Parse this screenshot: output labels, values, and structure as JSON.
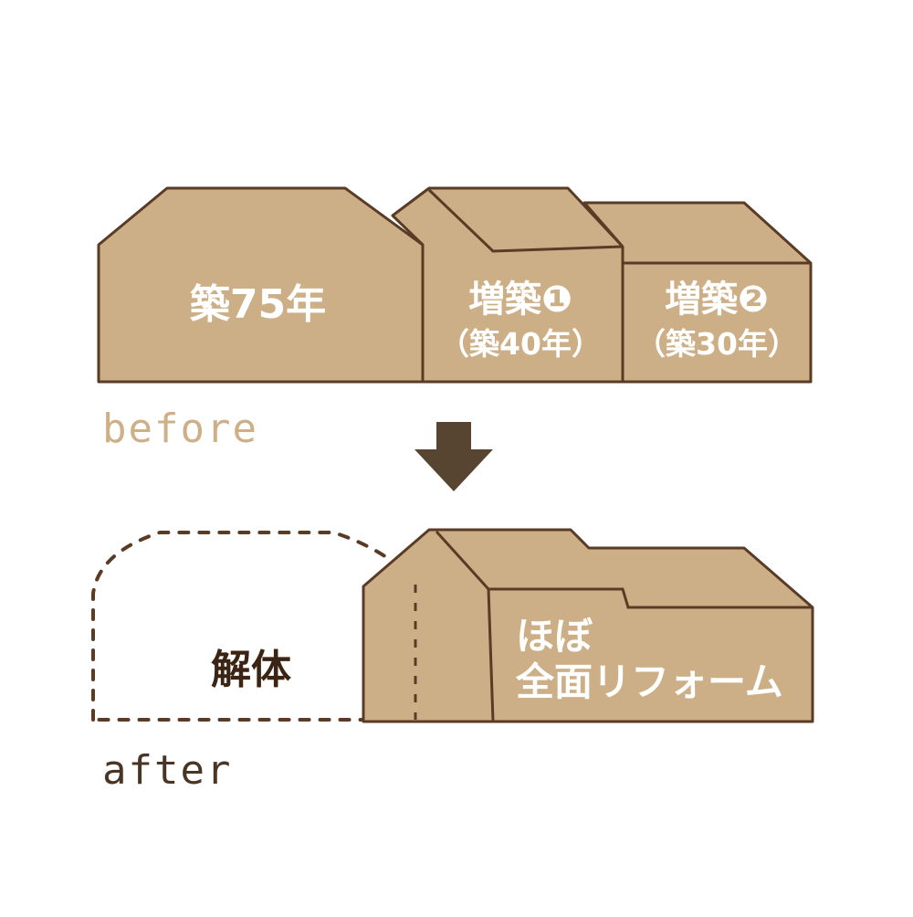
{
  "before": {
    "label": "before",
    "main_house": "築75年",
    "addition_1": {
      "title": "増築❶",
      "age": "（築40年）"
    },
    "addition_2": {
      "title": "増築❷",
      "age": "（築30年）"
    }
  },
  "after": {
    "label": "after",
    "demolished": "解体",
    "reform_line1": "ほぼ",
    "reform_line2": "全面リフォーム"
  },
  "colors": {
    "house_fill": "#cdaf87",
    "outline": "#5a3b26",
    "arrow": "#574431",
    "before_text": "#cdb087",
    "after_text": "#4a3525",
    "demolish_text": "#3b2414"
  },
  "icons": {
    "arrow": "arrow-down-icon"
  }
}
